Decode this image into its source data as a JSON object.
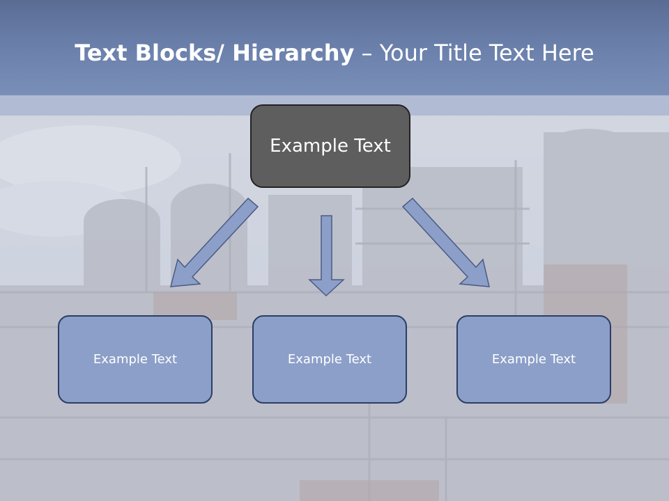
{
  "title": {
    "bold": "Text Blocks/ Hierarchy",
    "separator": " – ",
    "regular": "Your Title Text Here"
  },
  "diagram": {
    "top_box": "Example Text",
    "children": [
      "Example Text",
      "Example Text",
      "Example Text"
    ]
  },
  "colors": {
    "title_bar": "#6c82ad",
    "top_box": "#5e5e5e",
    "child_box": "#8c9fc8",
    "arrow_fill": "#8c9fc8",
    "arrow_stroke": "#4a5a85"
  }
}
